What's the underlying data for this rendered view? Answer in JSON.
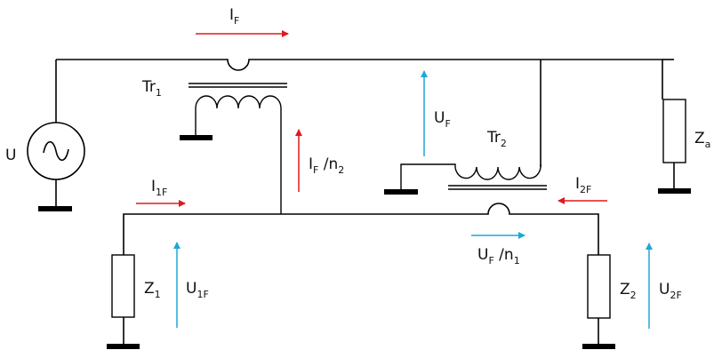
{
  "diagram": {
    "title": "",
    "colors": {
      "wire": "#000000",
      "current_arrow": "#e0181e",
      "voltage_arrow": "#1fa7d8"
    },
    "components": {
      "source": {
        "label": "U",
        "symbol": "ac-voltage-source"
      },
      "transformer_1": {
        "label": "Tr",
        "sub": "1"
      },
      "transformer_2": {
        "label": "Tr",
        "sub": "2"
      },
      "impedance_a": {
        "label": "Z",
        "sub": "a"
      },
      "impedance_1": {
        "label": "Z",
        "sub": "1"
      },
      "impedance_2": {
        "label": "Z",
        "sub": "2"
      }
    },
    "currents": {
      "i_f": {
        "label": "I",
        "sub": "F",
        "direction": "right"
      },
      "i_f_n2": {
        "label": "I",
        "sub": "F",
        "suffix": " /n",
        "suffix_sub": "2",
        "direction": "up"
      },
      "i_1f": {
        "label": "I",
        "sub": "1F",
        "direction": "right"
      },
      "i_2f": {
        "label": "I",
        "sub": "2F",
        "direction": "left"
      }
    },
    "voltages": {
      "u_f": {
        "label": "U",
        "sub": "F",
        "direction": "up"
      },
      "u_f_n1": {
        "label": "U",
        "sub": "F",
        "suffix": " /n",
        "suffix_sub": "1",
        "direction": "right"
      },
      "u_1f": {
        "label": "U",
        "sub": "1F",
        "direction": "up"
      },
      "u_2f": {
        "label": "U",
        "sub": "2F",
        "direction": "up"
      }
    }
  }
}
